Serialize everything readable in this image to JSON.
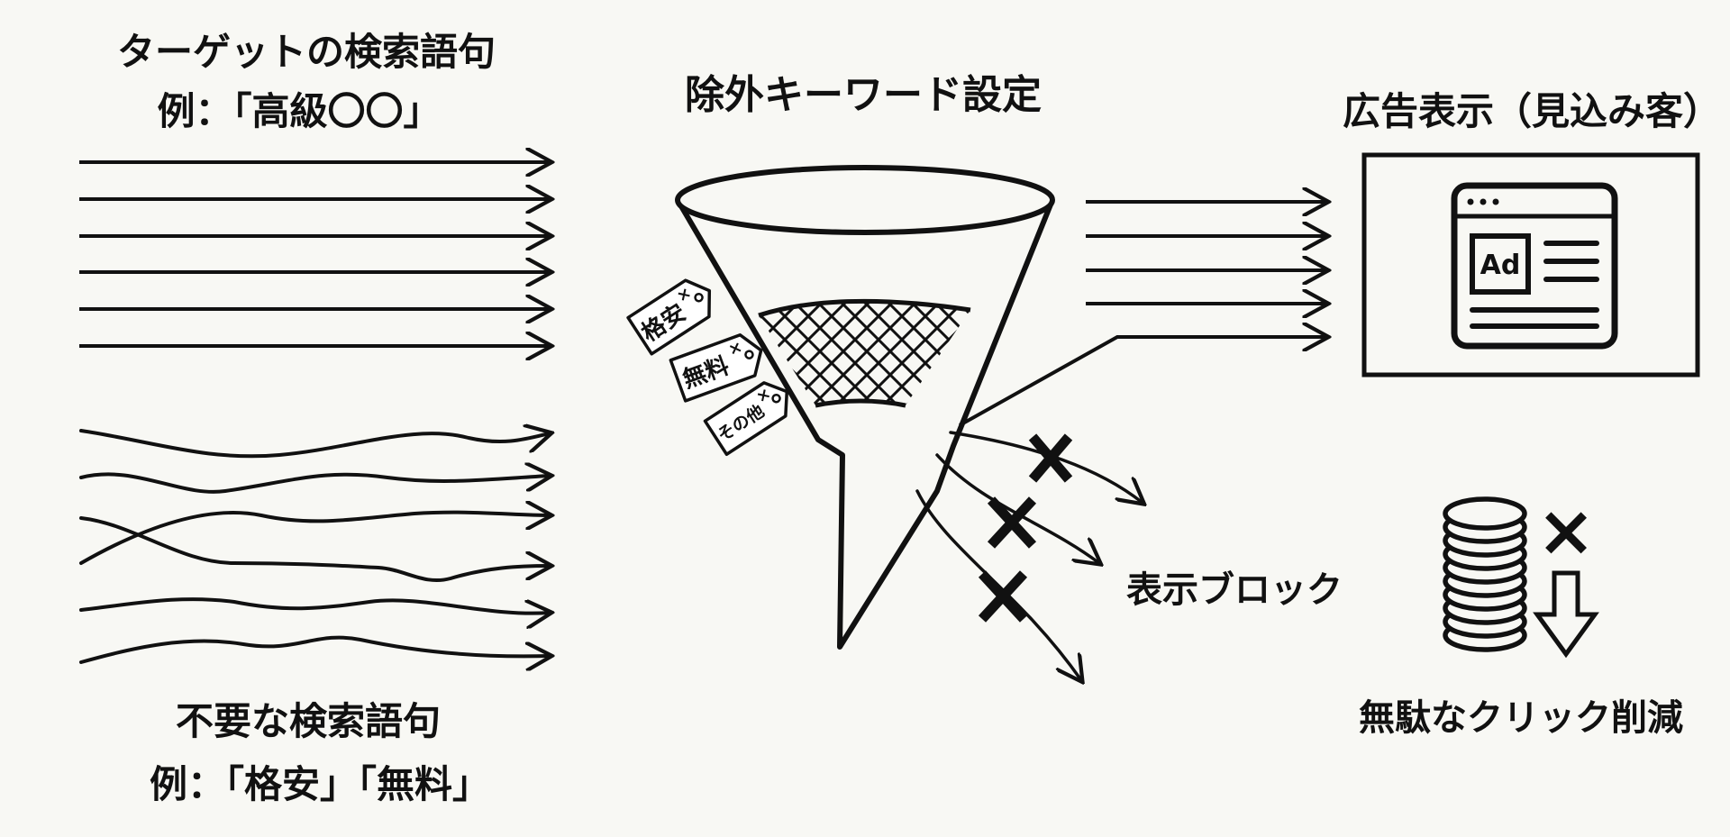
{
  "target_queries": {
    "title": "ターゲットの検索語句",
    "example": "例：「高級〇〇」"
  },
  "unwanted_queries": {
    "title": "不要な検索語句",
    "example": "例：「格安」「無料」"
  },
  "filter": {
    "title": "除外キーワード設定",
    "tags": [
      {
        "label": "格安",
        "mark": "×"
      },
      {
        "label": "無料",
        "mark": "×"
      },
      {
        "label": "その他",
        "mark": "×"
      }
    ]
  },
  "ad_display": {
    "title": "広告表示（見込み客）",
    "ad_label": "Ad"
  },
  "blocked": {
    "label": "表示ブロック"
  },
  "savings": {
    "label": "無駄なクリック削減",
    "mark": "×"
  }
}
